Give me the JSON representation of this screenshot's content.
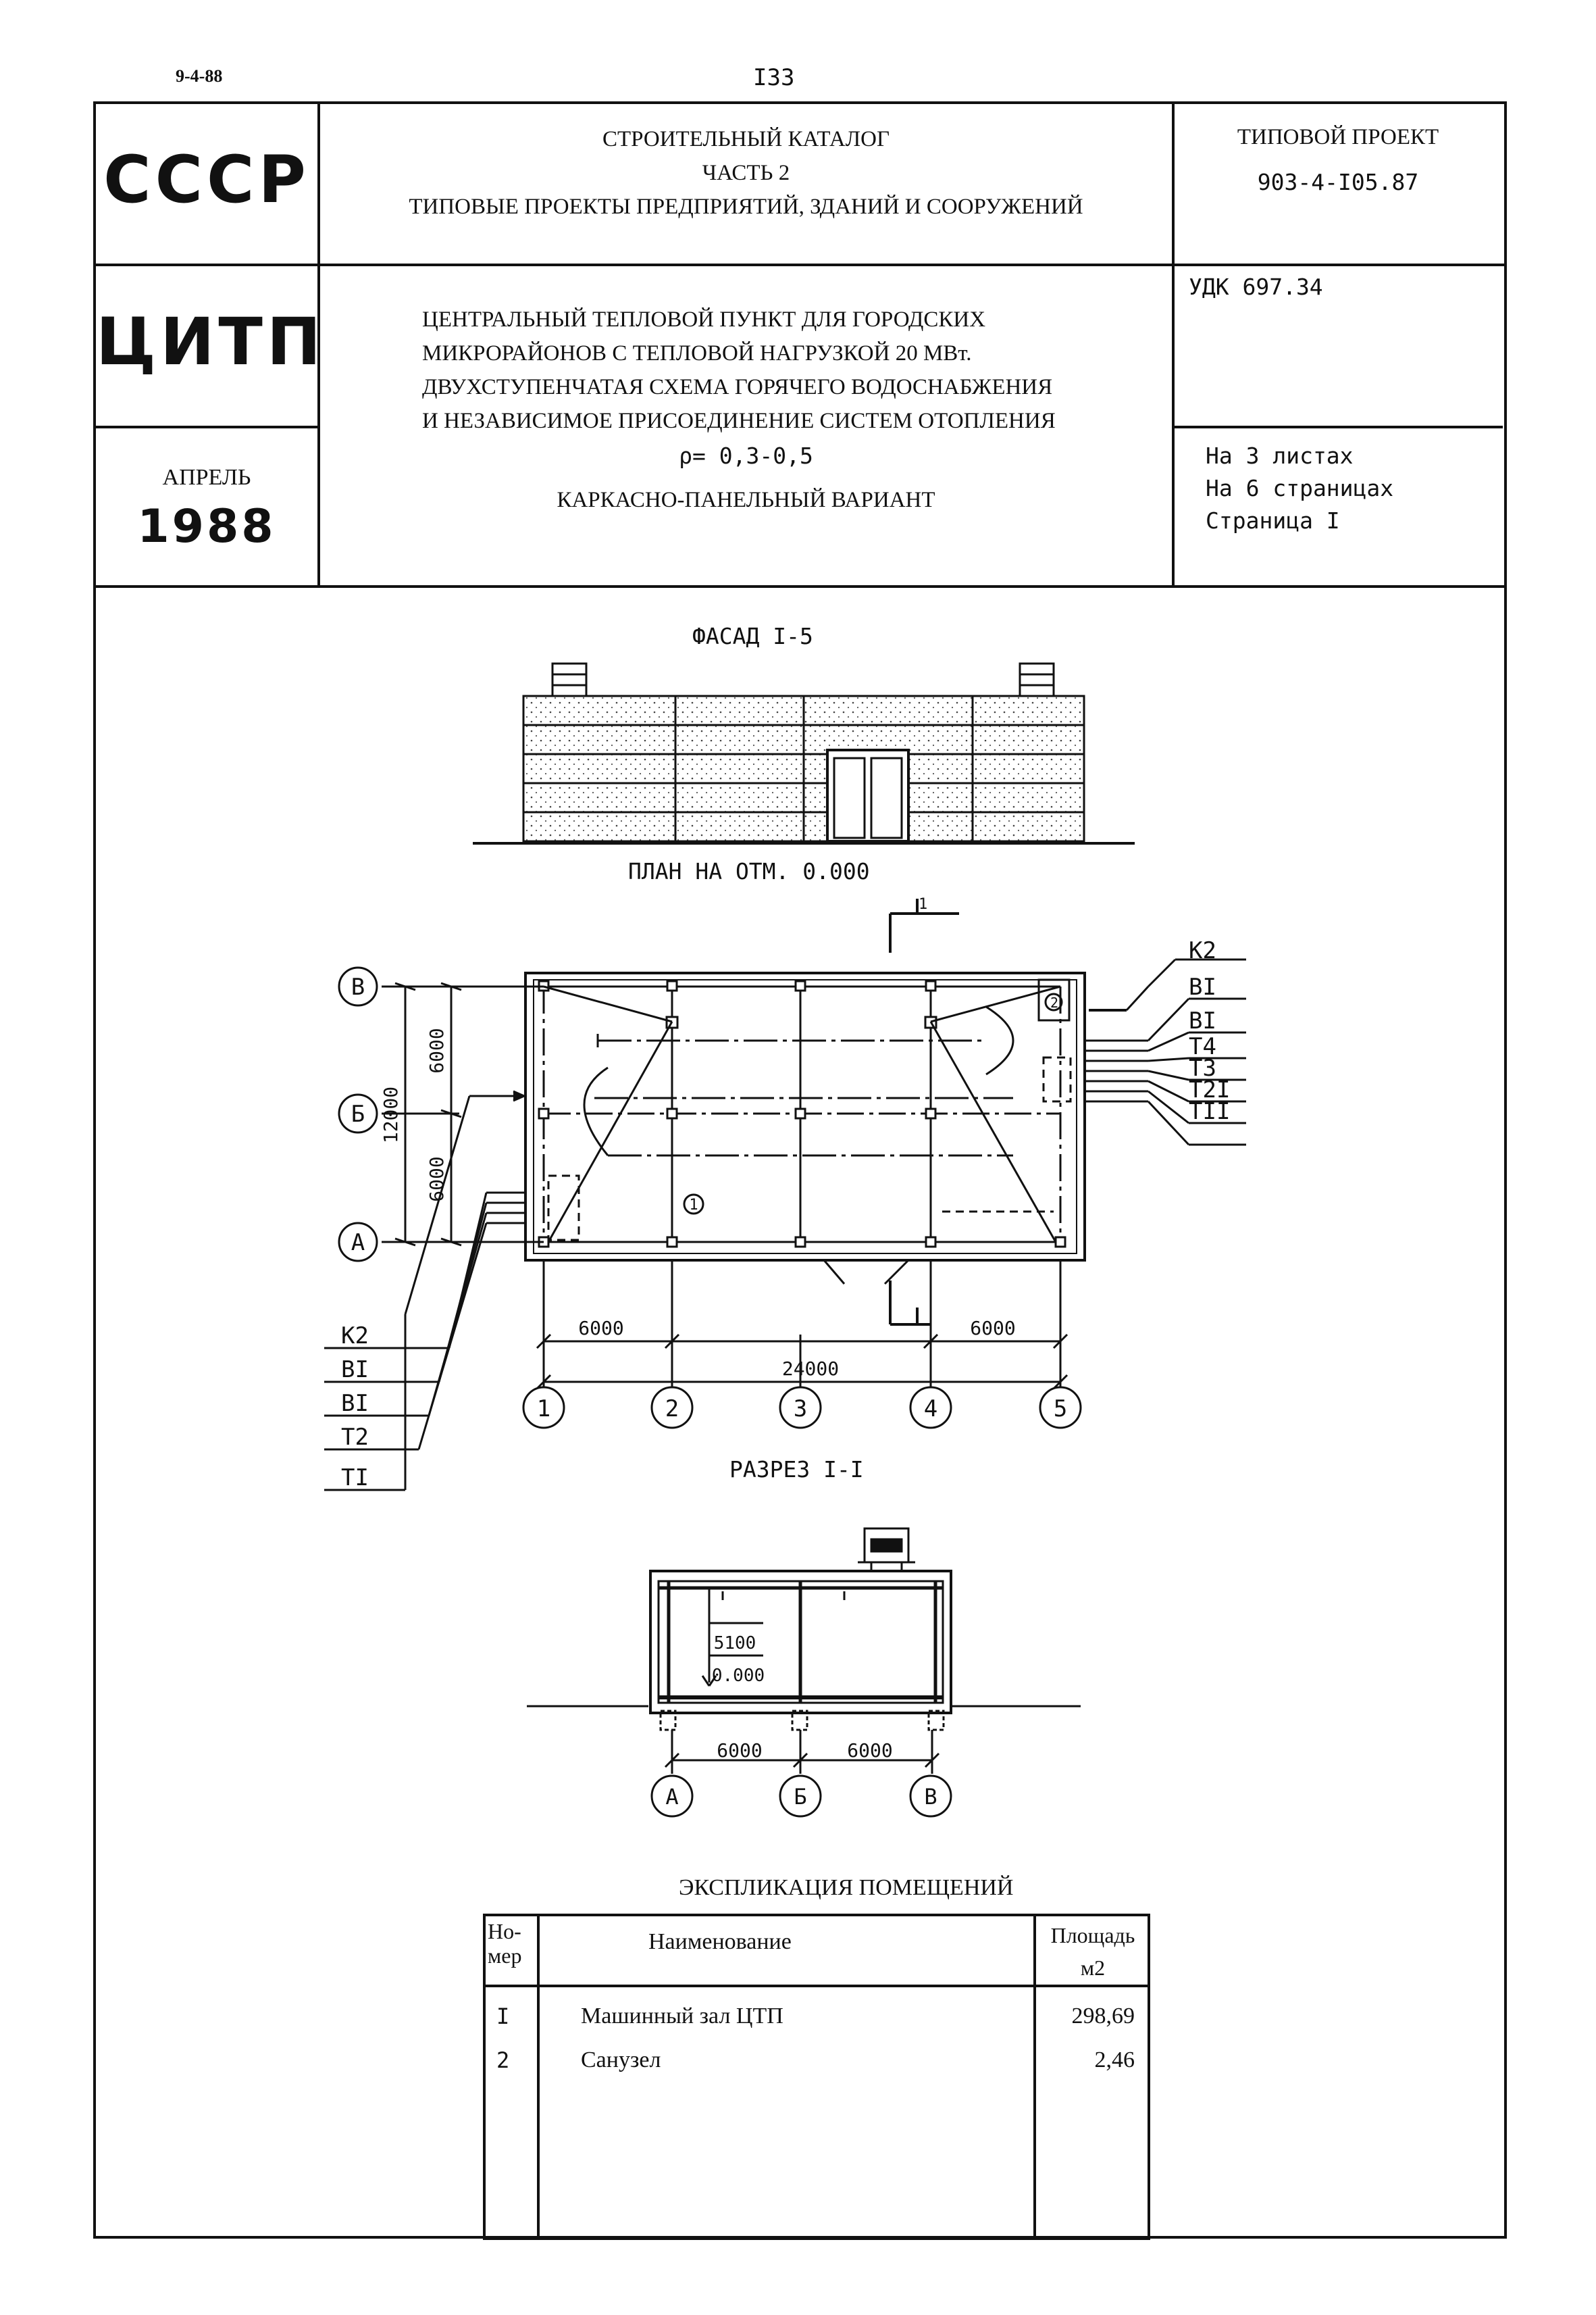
{
  "top": {
    "code": "9-4-88",
    "page_number": "I33"
  },
  "header": {
    "org1": "СССР",
    "org2": "ЦИТП",
    "month": "АПРЕЛЬ",
    "year": "1988",
    "catalog_line1": "СТРОИТЕЛЬНЫЙ КАТАЛОГ",
    "catalog_line2": "ЧАСТЬ 2",
    "catalog_line3": "ТИПОВЫЕ ПРОЕКТЫ ПРЕДПРИЯТИЙ, ЗДАНИЙ И СООРУЖЕНИЙ",
    "project_label": "ТИПОВОЙ ПРОЕКТ",
    "project_number": "903-4-I05.87",
    "udc": "УДК 697.34",
    "title_line1": "ЦЕНТРАЛЬНЫЙ ТЕПЛОВОЙ ПУНКТ ДЛЯ ГОРОДСКИХ",
    "title_line2": "МИКРОРАЙОНОВ С ТЕПЛОВОЙ НАГРУЗКОЙ 20 МВт.",
    "title_line3": "ДВУХСТУПЕНЧАТАЯ СХЕМА ГОРЯЧЕГО ВОДОСНАБЖЕНИЯ",
    "title_line4": "И НЕЗАВИСИМОЕ ПРИСОЕДИНЕНИЕ СИСТЕМ ОТОПЛЕНИЯ",
    "title_line5": "ρ= 0,3-0,5",
    "title_line6": "КАРКАСНО-ПАНЕЛЬНЫЙ ВАРИАНТ",
    "sheets": "На 3 листах",
    "pages": "На 6 страницах",
    "page": "Страница I"
  },
  "drawing": {
    "facade_title": "ФАСАД I-5",
    "plan_title": "ПЛАН НА ОТМ. 0.000",
    "section_title": "РАЗРЕЗ I-I",
    "section_mark": "1",
    "axes_letters": [
      "В",
      "Б",
      "А"
    ],
    "axes_numbers": [
      "1",
      "2",
      "3",
      "4",
      "5"
    ],
    "dims": {
      "total_height": "12000",
      "bay_upper": "6000",
      "bay_lower": "6000",
      "span_left": "6000",
      "span_right": "6000",
      "total_length": "24000"
    },
    "room_marks": [
      "1",
      "2"
    ],
    "pipes_right": [
      "К2",
      "ВI",
      "ВI",
      "Т4",
      "Т3",
      "Т2I",
      "ТII"
    ],
    "pipes_left": [
      "К2",
      "ВI",
      "ВI",
      "Т2",
      "ТI"
    ],
    "section_dims": {
      "height": "5100",
      "level": "0.000",
      "span1": "6000",
      "span2": "6000"
    },
    "section_axes": [
      "А",
      "Б",
      "В"
    ]
  },
  "explication": {
    "title": "ЭКСПЛИКАЦИЯ ПОМЕЩЕНИЙ",
    "col_number_l1": "Но-",
    "col_number_l2": "мер",
    "col_name": "Наименование",
    "col_area_l1": "Площадь",
    "col_area_l2": "м2",
    "rows": [
      {
        "number": "I",
        "name": "Машинный зал ЦТП",
        "area": "298,69"
      },
      {
        "number": "2",
        "name": "Санузел",
        "area": "2,46"
      }
    ]
  }
}
